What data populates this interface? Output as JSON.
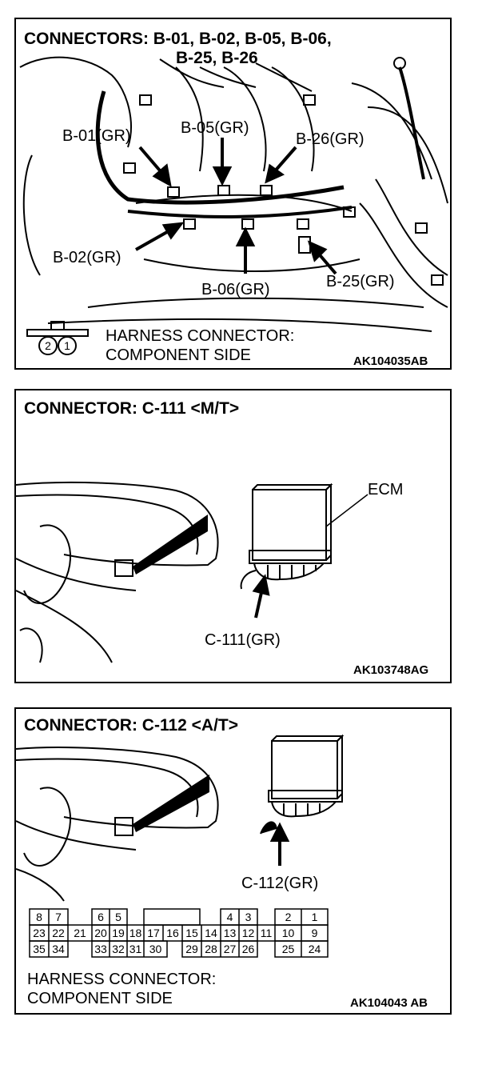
{
  "panel1": {
    "title_line1": "CONNECTORS: B-01, B-02, B-05, B-06,",
    "title_line2": "B-25, B-26",
    "labels": {
      "b01": "B-01(GR)",
      "b05": "B-05(GR)",
      "b26": "B-26(GR)",
      "b02": "B-02(GR)",
      "b06": "B-06(GR)",
      "b25": "B-25(GR)"
    },
    "connector_pins": [
      "2",
      "1"
    ],
    "caption_line1": "HARNESS CONNECTOR:",
    "caption_line2": "COMPONENT SIDE",
    "code": "AK104035AB"
  },
  "panel2": {
    "title": "CONNECTOR: C-111 <M/T>",
    "ecm_label": "ECM",
    "connector_label": "C-111(GR)",
    "code": "AK103748AG"
  },
  "panel3": {
    "title": "CONNECTOR: C-112 <A/T>",
    "connector_label": "C-112(GR)",
    "pinout": {
      "row1": [
        "8",
        "7",
        "6",
        "5",
        "4",
        "3",
        "2",
        "1"
      ],
      "row2": [
        "23",
        "22",
        "21",
        "20",
        "19",
        "18",
        "17",
        "16",
        "15",
        "14",
        "13",
        "12",
        "11",
        "10",
        "9"
      ],
      "row3": [
        "35",
        "34",
        "33",
        "32",
        "31",
        "30",
        "29",
        "28",
        "27",
        "26",
        "25",
        "24"
      ]
    },
    "caption_line1": "HARNESS CONNECTOR:",
    "caption_line2": "COMPONENT SIDE",
    "code": "AK104043 AB"
  }
}
